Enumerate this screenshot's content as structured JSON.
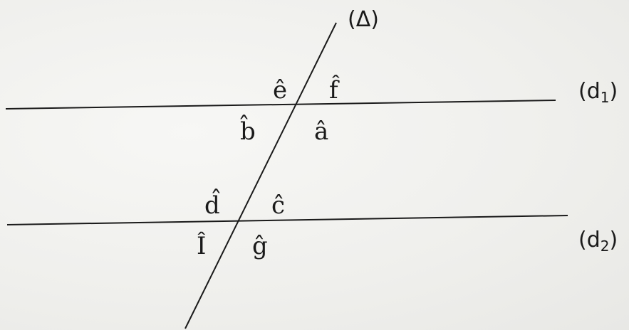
{
  "lines": {
    "transversal": {
      "label": "(Δ)"
    },
    "d1": {
      "prefix": "(d",
      "sub": "1",
      "suffix": ")"
    },
    "d2": {
      "prefix": "(d",
      "sub": "2",
      "suffix": ")"
    }
  },
  "angles": {
    "e": "ê",
    "f": "f̂",
    "b": "b̂",
    "a": "â",
    "d": "d̂",
    "c": "ĉ",
    "i": "Î",
    "g": "ĝ"
  },
  "colors": {
    "ink": "#1a1a1a",
    "paper": "#f3f3f1"
  }
}
